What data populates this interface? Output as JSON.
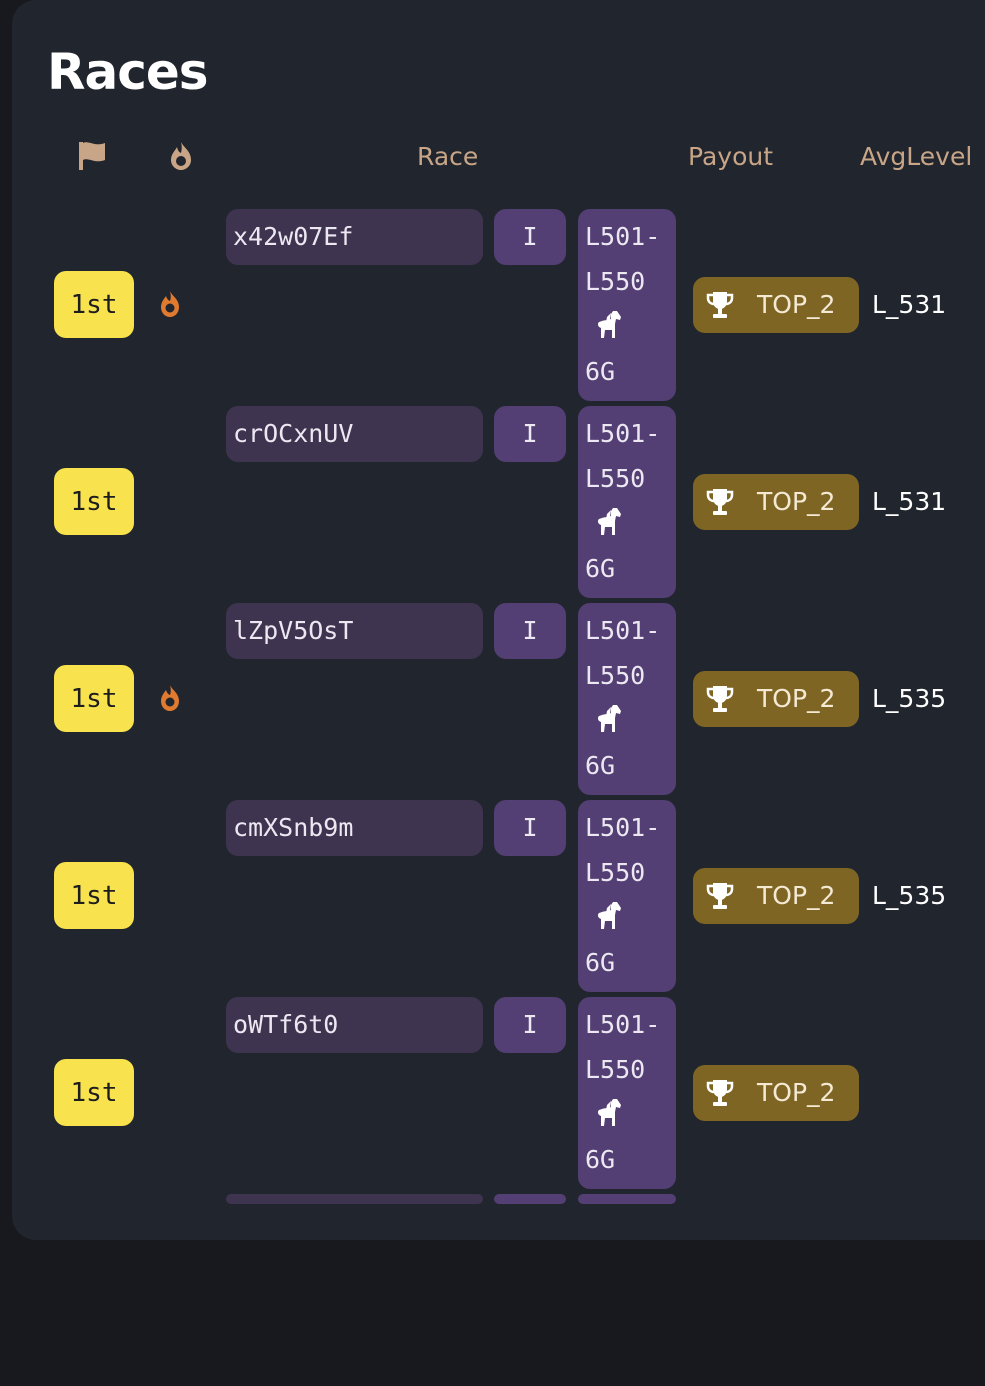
{
  "page": {
    "title": "Races"
  },
  "colors": {
    "place_badge": "#f8e34e",
    "race_id_bg": "#3f3450",
    "class_bg": "#533f73",
    "payout_bg": "#7f6524",
    "fire": "#e07a2f",
    "header_text": "#c8a586"
  },
  "table": {
    "header_icons": [
      "flag-icon",
      "fire-icon"
    ],
    "columns": {
      "race": "Race",
      "payout": "Payout",
      "avg_level": "AvgLevel"
    }
  },
  "rows": [
    {
      "place": "1st",
      "hot": true,
      "race_id": "x42w07Ef",
      "class": "I",
      "level_range_1": "L501-",
      "level_range_2": "L550",
      "horse_icon": "horse-icon",
      "gate": "6G",
      "payout": "TOP_2",
      "avg_level": "L_531"
    },
    {
      "place": "1st",
      "hot": false,
      "race_id": "crOCxnUV",
      "class": "I",
      "level_range_1": "L501-",
      "level_range_2": "L550",
      "horse_icon": "horse-icon",
      "gate": "6G",
      "payout": "TOP_2",
      "avg_level": "L_531"
    },
    {
      "place": "1st",
      "hot": true,
      "race_id": "lZpV5OsT",
      "class": "I",
      "level_range_1": "L501-",
      "level_range_2": "L550",
      "horse_icon": "horse-icon",
      "gate": "6G",
      "payout": "TOP_2",
      "avg_level": "L_535"
    },
    {
      "place": "1st",
      "hot": false,
      "race_id": "cmXSnb9m",
      "class": "I",
      "level_range_1": "L501-",
      "level_range_2": "L550",
      "horse_icon": "horse-icon",
      "gate": "6G",
      "payout": "TOP_2",
      "avg_level": "L_535"
    },
    {
      "place": "1st",
      "hot": false,
      "race_id": "oWTf6t0",
      "class": "I",
      "level_range_1": "L501-",
      "level_range_2": "L550",
      "horse_icon": "horse-icon",
      "gate": "6G",
      "payout": "TOP_2",
      "avg_level": ""
    }
  ]
}
